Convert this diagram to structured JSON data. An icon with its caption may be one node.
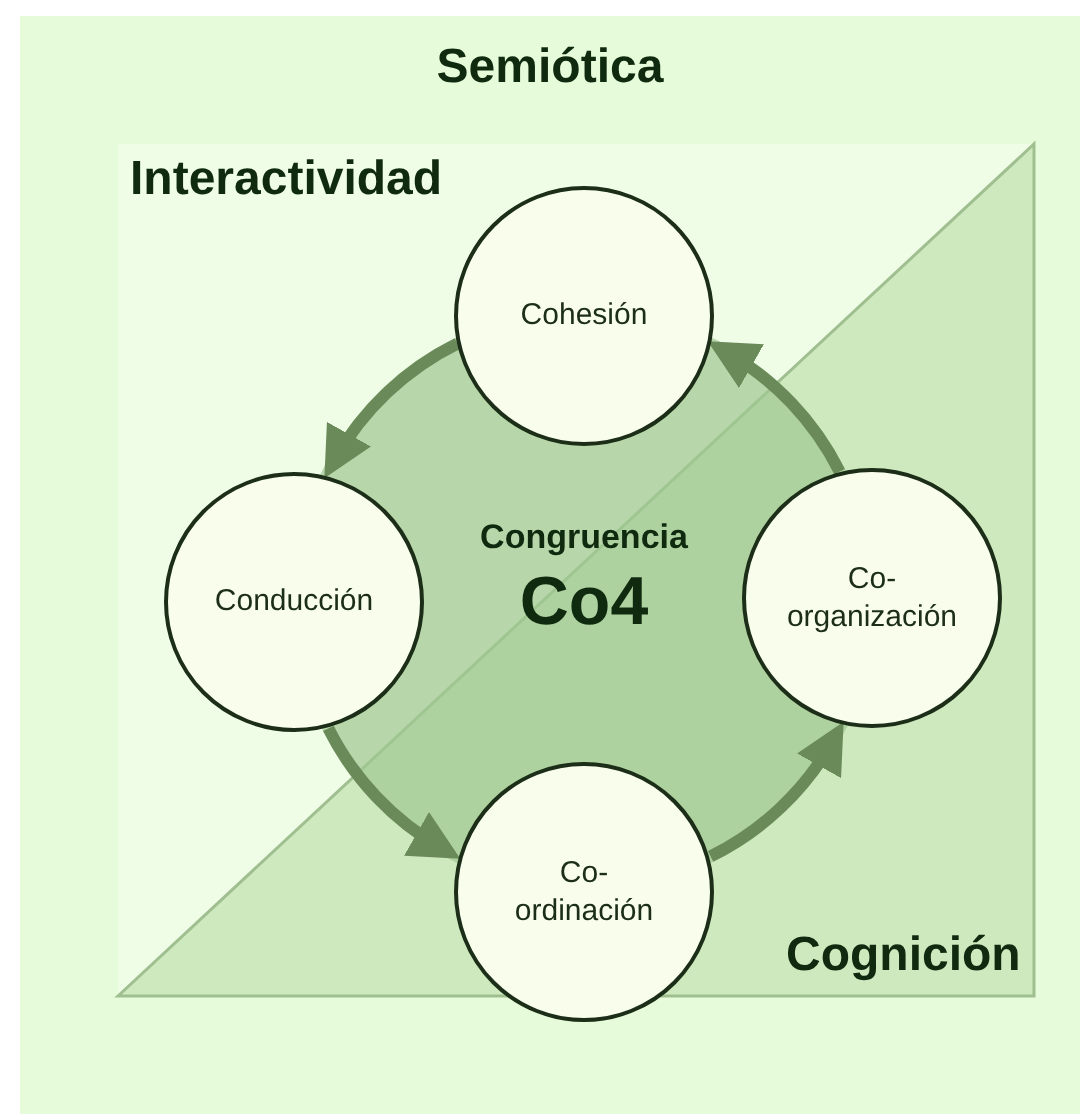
{
  "diagram": {
    "nodes": [
      {
        "text": [
          "Semiótica"
        ]
      },
      {
        "text": [
          "Cohesión"
        ],
        "in": 0
      },
      {
        "text": [
          "Conducción"
        ],
        "in": 0
      },
      {
        "text": [
          "Co- organización"
        ],
        "in": 0
      },
      {
        "text": [
          "Co- ordinación"
        ],
        "in": 0
      }
    ],
    "edges": [
      {
        "from": 1,
        "to": 2,
        "arrow": "to"
      },
      {
        "from": 2,
        "to": 4,
        "arrow": "to"
      },
      {
        "from": 4,
        "to": 3,
        "arrow": "to"
      },
      {
        "from": 3,
        "to": 1,
        "arrow": "to"
      }
    ],
    "labels": [
      "Interactividad",
      "Cognición",
      "Congruencia",
      "Co4"
    ]
  }
}
